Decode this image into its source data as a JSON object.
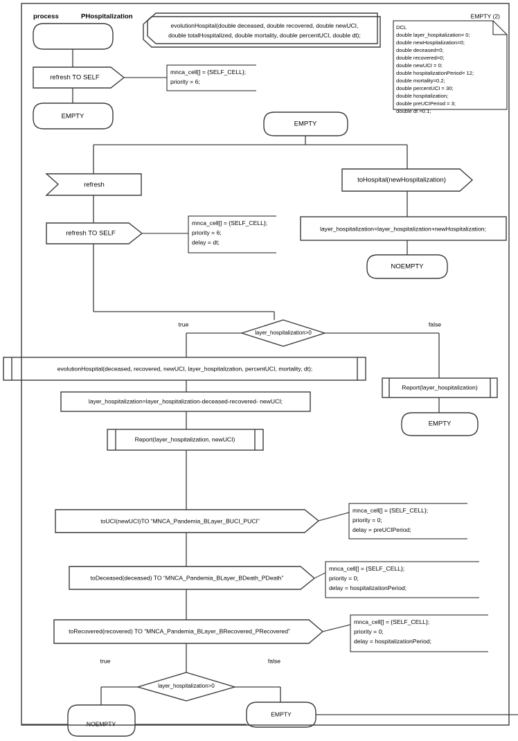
{
  "diagram": {
    "kind": "sdl-process-flowchart",
    "title_keyword": "process",
    "process_name": "PHospitalization",
    "page_label": "EMPTY (2)",
    "colors": {
      "stroke": "#3a3a3a",
      "text": "#000000",
      "background": "#ffffff"
    }
  },
  "procedure_decl": {
    "line1": "evolutionHospital(double deceased, double recovered, double newUCI,",
    "line2": "double totalHospitalized, double mortality, double percentUCI, double dt);"
  },
  "dcl_block": {
    "header": "DCL",
    "lines": [
      "double layer_hospitalization= 0;",
      "double newHospitalization=0;",
      "double deceased=0;",
      "double recovered=0;",
      "double newUCI = 0;",
      "double hospitalizationPeriod= 12;",
      "double mortality=0.2;",
      "double percentUCI = 30;",
      "double hospitalization;",
      "double preUCIPeriod = 3;",
      "double dt =0.1;"
    ]
  },
  "branch_top": {
    "start_oval_label": "",
    "send_refresh_self": "refresh TO SELF",
    "note_lines": [
      "mnca_cell[] = {SELF_CELL};",
      "priority = 6;"
    ],
    "state_empty": "EMPTY"
  },
  "main": {
    "state_empty_top": "EMPTY",
    "input_refresh": "refresh",
    "send_refresh_self": "refresh TO SELF",
    "note_refresh_self": [
      "mnca_cell[] = {SELF_CELL};",
      "priority = 6;",
      "delay = dt;"
    ],
    "input_to_hospital": "toHospital(newHospitalization)",
    "task_add_hospitalization": "layer_hospitalization=layer_hospitalization+newHospitalization;",
    "state_noempty_right": "NOEMPTY"
  },
  "decision_1": {
    "condition": "layer_hospitalization>0",
    "true_label": "true",
    "false_label": "false"
  },
  "true_branch": {
    "call_evolution": "evolutionHospital(deceased, recovered, newUCI, layer_hospitalization, percentUCI, mortality, dt);",
    "task_subtract": "layer_hospitalization=layer_hospitalization-deceased-recovered- newUCI;",
    "call_report": "Report(layer_hospitalization, newUCI)",
    "send_uci": {
      "label": "toUCI(newUCI)TO “MNCA_Pandemia_BLayer_BUCI_PUCI”",
      "note": [
        "mnca_cell[] = {SELF_CELL};",
        "priority = 0;",
        "delay = preUCIPeriod;"
      ]
    },
    "send_deceased": {
      "label": "toDeceased(deceased) TO “MNCA_Pandemia_BLayer_BDeath_PDeath”",
      "note": [
        "mnca_cell[] = {SELF_CELL};",
        "priority = 0;",
        "delay = hospitalizationPeriod;"
      ]
    },
    "send_recovered": {
      "label": "toRecovered(recovered) TO “MNCA_Pandemia_BLayer_BRecovered_PRecovered”",
      "note": [
        "mnca_cell[] = {SELF_CELL};",
        "priority = 0;",
        "delay = hospitalizationPeriod;"
      ]
    }
  },
  "false_branch": {
    "call_report": "Report(layer_hospitalization)",
    "state_empty": "EMPTY"
  },
  "decision_2": {
    "condition": "layer_hospitalization>0",
    "true_label": "true",
    "false_label": "false",
    "state_true": "NOEMPTY",
    "state_false": "EMPTY"
  }
}
